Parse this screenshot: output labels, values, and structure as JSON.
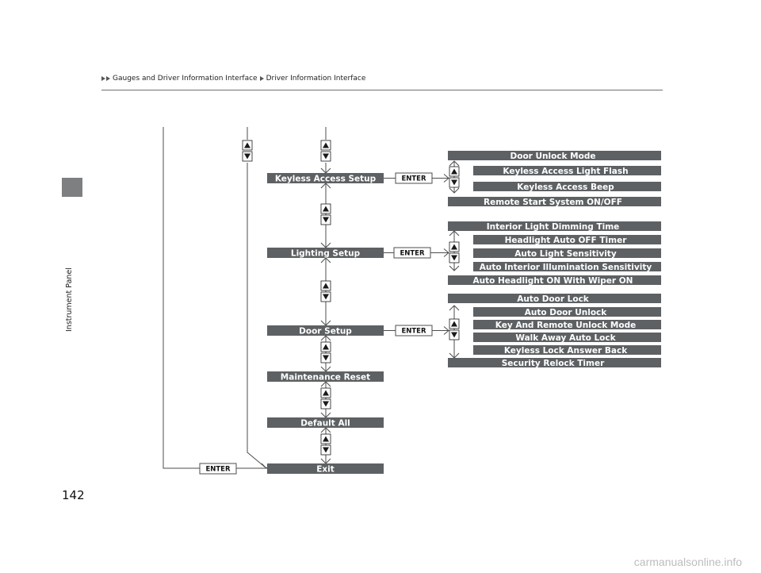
{
  "header": {
    "breadcrumb": [
      "Gauges and Driver Information Interface",
      "Driver Information Interface"
    ]
  },
  "side_tab": {
    "label": "Instrument Panel"
  },
  "page_number": "142",
  "diagram": {
    "enter_label": "ENTER",
    "main_menu": [
      "Keyless Access Setup",
      "Lighting Setup",
      "Door Setup",
      "Maintenance Reset",
      "Default All",
      "Exit"
    ],
    "submenus": {
      "keyless_access": [
        "Door Unlock Mode",
        "Keyless Access Light Flash",
        "Keyless Access Beep",
        "Remote Start System ON/OFF"
      ],
      "lighting": [
        "Interior Light Dimming Time",
        "Headlight Auto OFF Timer",
        "Auto Light Sensitivity",
        "Auto Interior Illumination Sensitivity",
        "Auto Headlight ON With Wiper ON"
      ],
      "door": [
        "Auto Door Lock",
        "Auto Door Unlock",
        "Key And Remote Unlock Mode",
        "Walk Away Auto Lock",
        "Keyless Lock Answer Back",
        "Security Relock Timer"
      ]
    }
  },
  "watermark": "carmanualsonline.info",
  "colors": {
    "box_fill": "#5e6163",
    "line": "#4d4d4d",
    "arrow_fill": "#1a1a1a",
    "side_tab": "#7d7f80"
  }
}
